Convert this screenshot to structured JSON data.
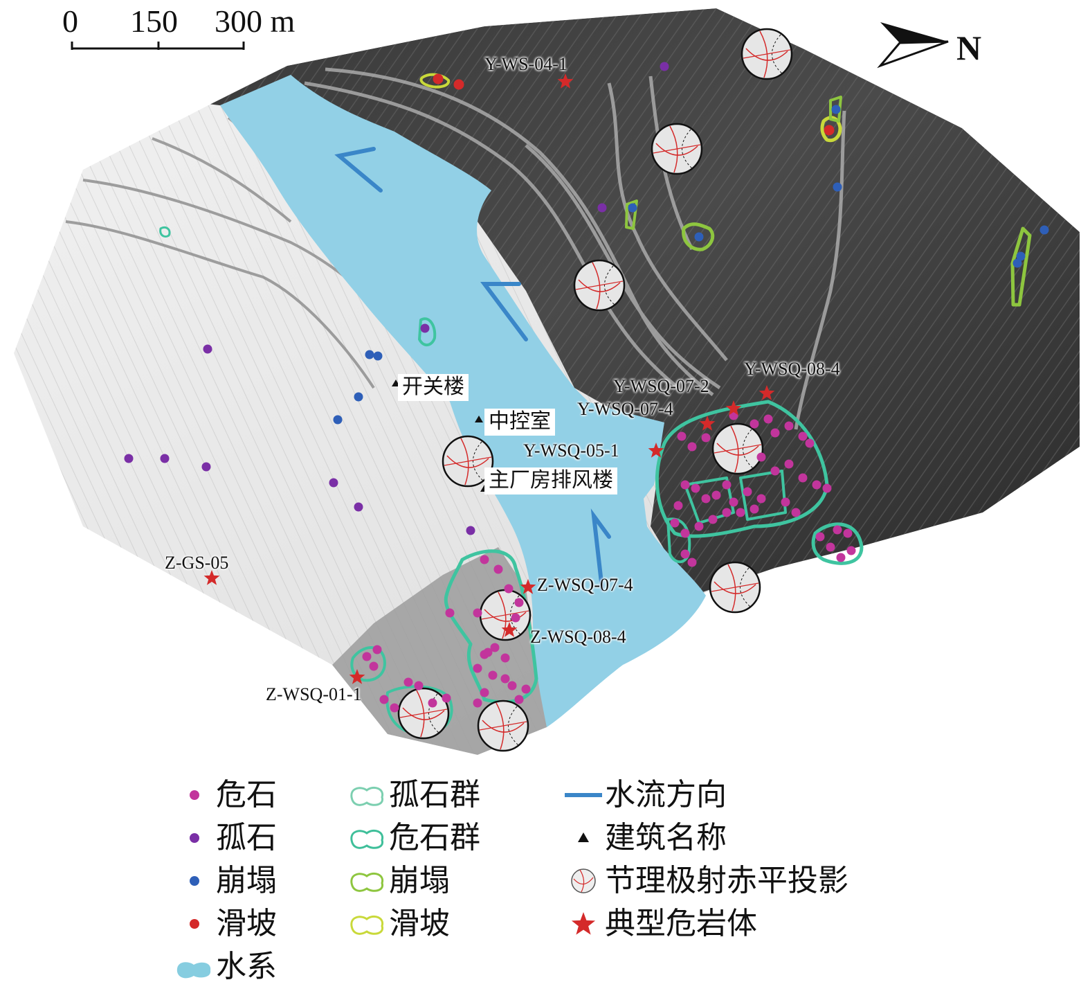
{
  "scale_bar": {
    "labels": [
      "0",
      "150",
      "300 m"
    ]
  },
  "north_arrow": {
    "label": "N"
  },
  "building_labels": {
    "switch_building": "开关楼",
    "control_room": "中控室",
    "powerhouse_vent": "主厂房排风楼"
  },
  "site_labels": {
    "y_ws_04_1": "Y-WS-04-1",
    "y_wsq_08_4": "Y-WSQ-08-4",
    "y_wsq_07_2": "Y-WSQ-07-2",
    "y_wsq_07_4": "Y-WSQ-07-4",
    "y_wsq_05_1": "Y-WSQ-05-1",
    "z_gs_05": "Z-GS-05",
    "z_wsq_07_4": "Z-WSQ-07-4",
    "z_wsq_08_4": "Z-WSQ-08-4",
    "z_wsq_01_1": "Z-WSQ-01-1"
  },
  "legend": {
    "col1": [
      {
        "label": "危石",
        "symbol": "dot",
        "color": "#c2359c"
      },
      {
        "label": "孤石",
        "symbol": "dot",
        "color": "#7a2fa6"
      },
      {
        "label": "崩塌",
        "symbol": "dot",
        "color": "#2e5fb8"
      },
      {
        "label": "滑坡",
        "symbol": "dot",
        "color": "#d42a2a"
      },
      {
        "label": "水系",
        "symbol": "water",
        "color": "#86cde0"
      }
    ],
    "col2": [
      {
        "label": "孤石群",
        "symbol": "outline",
        "color": "#7ccfb0"
      },
      {
        "label": "危石群",
        "symbol": "outline",
        "color": "#3fbf9a"
      },
      {
        "label": "崩塌",
        "symbol": "outline",
        "color": "#8ec63f"
      },
      {
        "label": "滑坡",
        "symbol": "outline",
        "color": "#c9d93a"
      }
    ],
    "col3": [
      {
        "label": "水流方向",
        "symbol": "flow-line",
        "color": "#3a86c8"
      },
      {
        "label": "建筑名称",
        "symbol": "triangle",
        "color": "#111111"
      },
      {
        "label": "节理极射赤平投影",
        "symbol": "stereonet",
        "color": "#d42a2a"
      },
      {
        "label": "典型危岩体",
        "symbol": "star",
        "color": "#d42a2a"
      }
    ]
  },
  "colors": {
    "water": "#92d0e6",
    "flow_arrow": "#3a86c8",
    "star": "#d42a2a",
    "unstable_rock": "#c2359c",
    "boulder": "#7a2fa6",
    "collapse": "#2e5fb8",
    "landslide": "#d42a2a",
    "group_outline": "#3fc4a0",
    "collapse_outline": "#8ec63f"
  }
}
